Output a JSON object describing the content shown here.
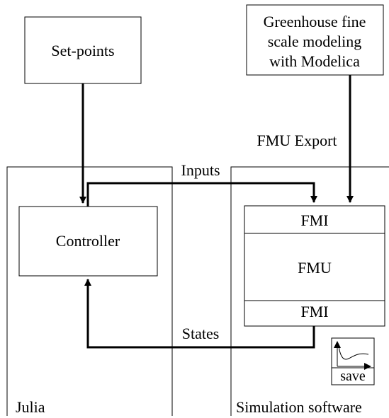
{
  "colors": {
    "background": "#ffffff",
    "stroke": "#000000",
    "text": "#000000"
  },
  "nodes": {
    "setpoints": {
      "label": "Set-points"
    },
    "greenhouse": {
      "lines": [
        "Greenhouse fine",
        "scale modeling",
        "with Modelica"
      ]
    },
    "controller": {
      "label": "Controller"
    },
    "fmu_block": {
      "top_interface": "FMI",
      "center": "FMU",
      "bottom_interface": "FMI"
    },
    "save_widget": {
      "label": "save",
      "icon": "plot-curve-icon"
    }
  },
  "edges": {
    "fmu_export": "FMU Export",
    "inputs": "Inputs",
    "states": "States"
  },
  "regions": {
    "julia": "Julia",
    "simulation": "Simulation software"
  }
}
